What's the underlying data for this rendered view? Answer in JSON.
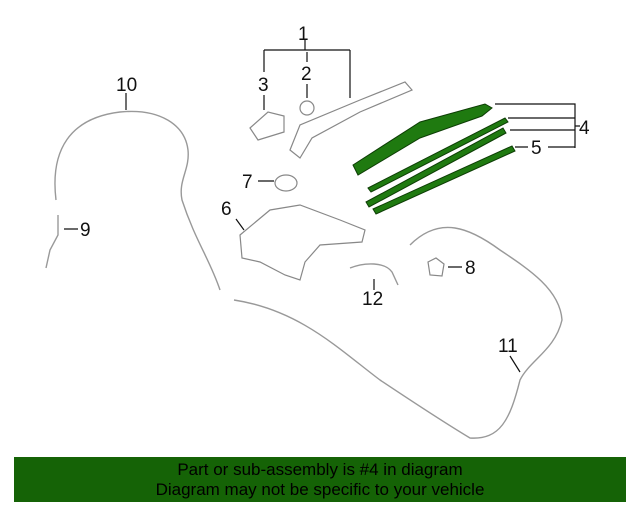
{
  "diagram": {
    "callouts": [
      "1",
      "2",
      "3",
      "4",
      "5",
      "6",
      "7",
      "8",
      "9",
      "10",
      "11",
      "12"
    ],
    "highlight_color": "#1f7a10",
    "highlighted_part": "4"
  },
  "banner": {
    "line1": "Part or sub-assembly is #4 in diagram",
    "line2": "Diagram may not be specific to your vehicle",
    "color": "#156306"
  }
}
